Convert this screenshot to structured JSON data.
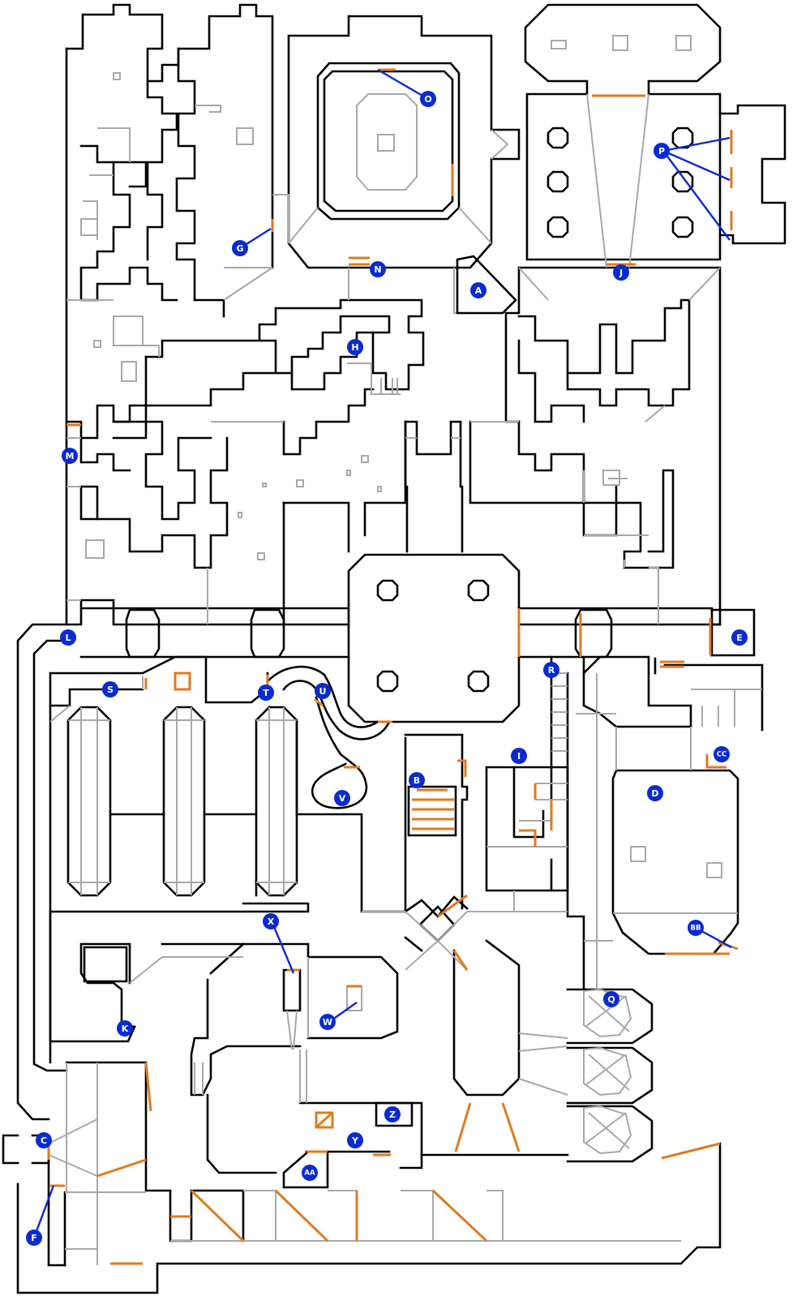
{
  "map": {
    "colors": {
      "background": "#ffffff",
      "wall": "#000000",
      "step": "#a8a8a8",
      "door": "#e07a20",
      "marker": "#0a2ad2",
      "marker_text": "#ffffff"
    },
    "markers": [
      {
        "id": "marker-a",
        "label": "A"
      },
      {
        "id": "marker-b",
        "label": "B"
      },
      {
        "id": "marker-c",
        "label": "C"
      },
      {
        "id": "marker-d",
        "label": "D"
      },
      {
        "id": "marker-e",
        "label": "E"
      },
      {
        "id": "marker-f",
        "label": "F"
      },
      {
        "id": "marker-g",
        "label": "G"
      },
      {
        "id": "marker-h",
        "label": "H"
      },
      {
        "id": "marker-i",
        "label": "I"
      },
      {
        "id": "marker-j",
        "label": "J"
      },
      {
        "id": "marker-k",
        "label": "K"
      },
      {
        "id": "marker-l",
        "label": "L"
      },
      {
        "id": "marker-m",
        "label": "M"
      },
      {
        "id": "marker-n",
        "label": "N"
      },
      {
        "id": "marker-o",
        "label": "O"
      },
      {
        "id": "marker-p",
        "label": "P"
      },
      {
        "id": "marker-q",
        "label": "Q"
      },
      {
        "id": "marker-r",
        "label": "R"
      },
      {
        "id": "marker-s",
        "label": "S"
      },
      {
        "id": "marker-t",
        "label": "T"
      },
      {
        "id": "marker-u",
        "label": "U"
      },
      {
        "id": "marker-v",
        "label": "V"
      },
      {
        "id": "marker-w",
        "label": "W"
      },
      {
        "id": "marker-x",
        "label": "X"
      },
      {
        "id": "marker-y",
        "label": "Y"
      },
      {
        "id": "marker-z",
        "label": "Z"
      },
      {
        "id": "marker-aa",
        "label": "AA"
      },
      {
        "id": "marker-bb",
        "label": "BB"
      },
      {
        "id": "marker-cc",
        "label": "CC"
      }
    ]
  }
}
